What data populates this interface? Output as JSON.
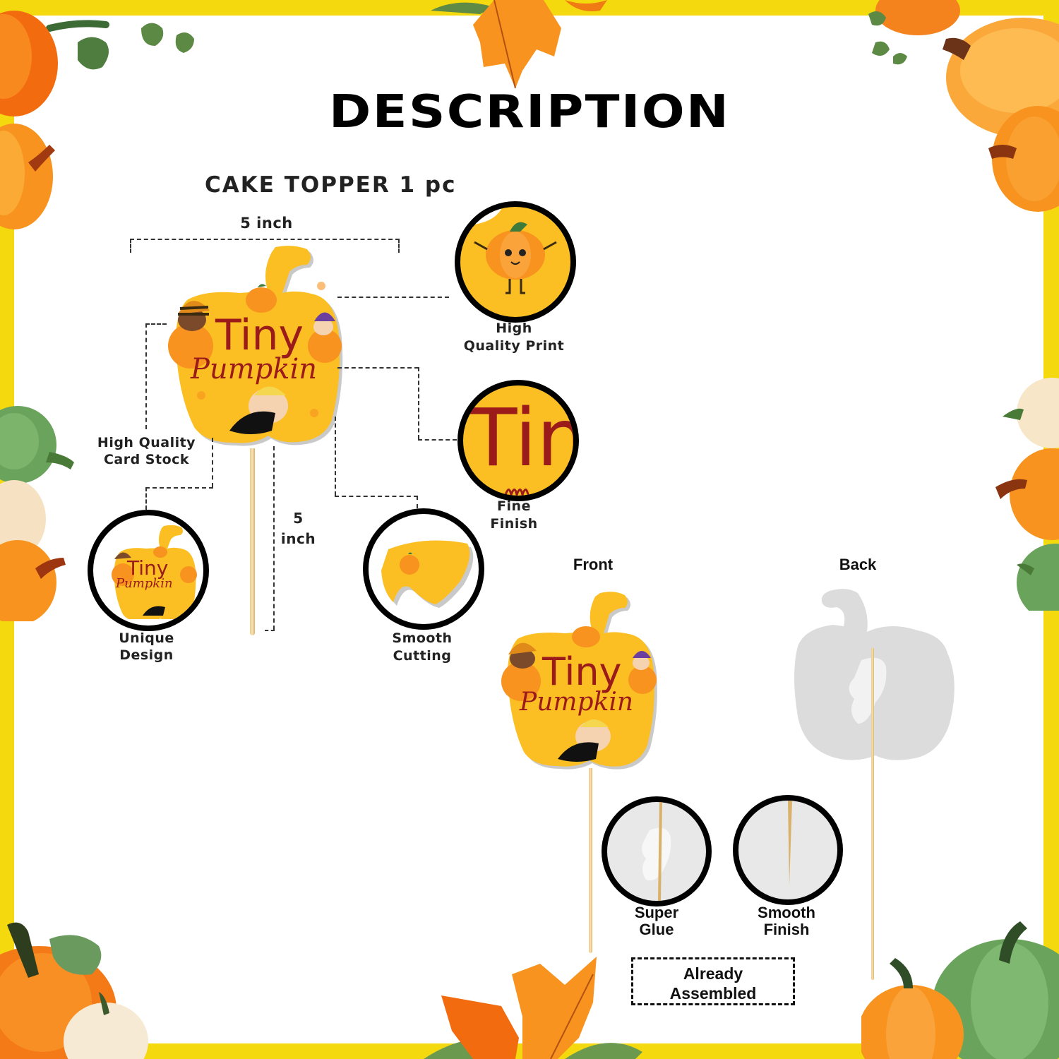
{
  "page": {
    "title": "DESCRIPTION",
    "subtitle": "CAKE TOPPER 1 pc",
    "border_color": "#f5d90f",
    "background": "#ffffff"
  },
  "diagram": {
    "width_label": "5 inch",
    "height_label_line1": "5",
    "height_label_line2": "inch",
    "topper_text": {
      "line1": "Tiny",
      "line2": "Pumpkin"
    },
    "topper_color": "#fbbf24",
    "text_color": "#9b1b1b"
  },
  "features": [
    {
      "id": "high-quality-print",
      "line1": "High",
      "line2": "Quality Print"
    },
    {
      "id": "fine-finish",
      "line1": "Fine",
      "line2": "Finish",
      "zoom_text": "Tin"
    },
    {
      "id": "high-quality-card-stock",
      "line1": "High Quality",
      "line2": "Card Stock"
    },
    {
      "id": "unique-design",
      "line1": "Unique",
      "line2": "Design"
    },
    {
      "id": "smooth-cutting",
      "line1": "Smooth",
      "line2": "Cutting"
    }
  ],
  "views": {
    "front_label": "Front",
    "back_label": "Back"
  },
  "back_features": [
    {
      "id": "super-glue",
      "line1": "Super",
      "line2": "Glue"
    },
    {
      "id": "smooth-finish",
      "line1": "Smooth",
      "line2": "Finish"
    }
  ],
  "badge": {
    "line1": "Already",
    "line2": "Assembled"
  }
}
